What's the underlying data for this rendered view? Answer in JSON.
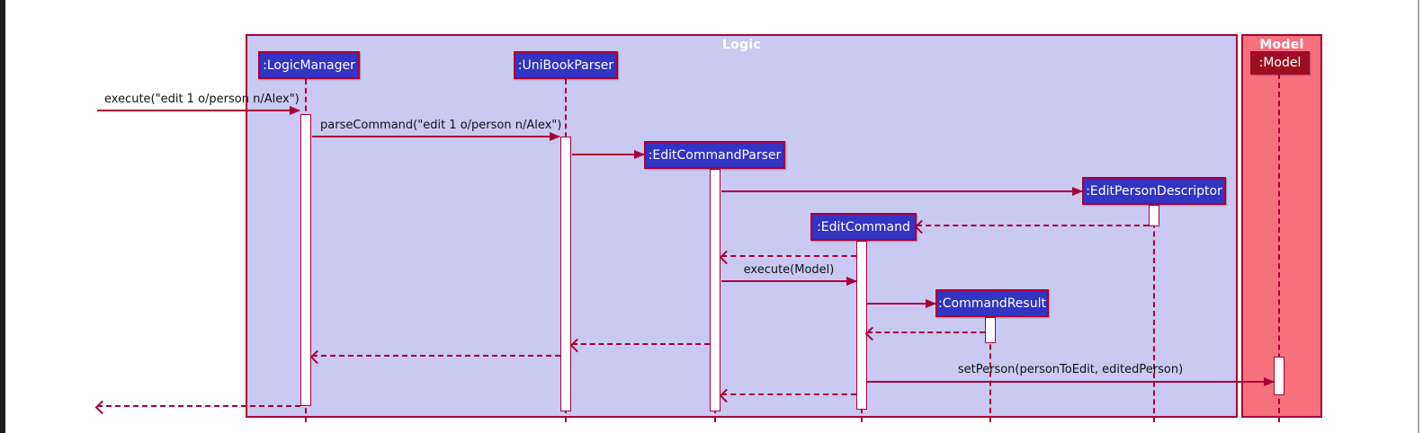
{
  "diagram": {
    "type": "uml-sequence-diagram",
    "frames": {
      "logic": {
        "title": "Logic"
      },
      "model": {
        "title": "Model"
      }
    },
    "participants": {
      "logic_manager": ":LogicManager",
      "unibook_parser": ":UniBookParser",
      "edit_command_parser": ":EditCommandParser",
      "edit_person_descriptor": ":EditPersonDescriptor",
      "edit_command": ":EditCommand",
      "command_result": ":CommandResult",
      "model": ":Model"
    },
    "messages": {
      "execute": "execute(\"edit 1 o/person n/Alex\")",
      "parse_command": "parseCommand(\"edit 1 o/person n/Alex\")",
      "execute_model": "execute(Model)",
      "set_person": "setPerson(personToEdit, editedPerson)"
    },
    "flow": [
      {
        "from": "caller",
        "to": "LogicManager",
        "kind": "solid",
        "label": "execute(\"edit 1 o/person n/Alex\")"
      },
      {
        "from": "LogicManager",
        "to": "UniBookParser",
        "kind": "solid",
        "label": "parseCommand(\"edit 1 o/person n/Alex\")"
      },
      {
        "from": "UniBookParser",
        "to": "EditCommandParser",
        "kind": "solid-create",
        "label": ""
      },
      {
        "from": "EditCommandParser",
        "to": "EditPersonDescriptor",
        "kind": "solid-create",
        "label": ""
      },
      {
        "from": "EditPersonDescriptor",
        "to": "EditCommand",
        "kind": "dashed-create",
        "label": ""
      },
      {
        "from": "EditCommand",
        "to": "EditCommandParser",
        "kind": "dashed-return",
        "label": ""
      },
      {
        "from": "EditCommandParser",
        "to": "EditCommand",
        "kind": "solid",
        "label": "execute(Model)"
      },
      {
        "from": "EditCommand",
        "to": "CommandResult",
        "kind": "solid-create",
        "label": ""
      },
      {
        "from": "CommandResult",
        "to": "EditCommand",
        "kind": "dashed-return",
        "label": ""
      },
      {
        "from": "EditCommandParser",
        "to": "UniBookParser",
        "kind": "dashed-return",
        "label": ""
      },
      {
        "from": "UniBookParser",
        "to": "LogicManager",
        "kind": "dashed-return",
        "label": ""
      },
      {
        "from": "EditCommand",
        "to": "Model",
        "kind": "solid",
        "label": "setPerson(personToEdit, editedPerson)"
      },
      {
        "from": "EditCommand",
        "to": "EditCommandParser",
        "kind": "dashed-return",
        "label": ""
      },
      {
        "from": "LogicManager",
        "to": "caller",
        "kind": "dashed-return",
        "label": ""
      }
    ],
    "colors": {
      "arrow": "#A80036",
      "frame_border": "#A80036",
      "logic_frame_fill": "#C9C9F2",
      "model_frame_fill": "#F7707E",
      "logic_participant_fill": "#3333C4",
      "model_participant_fill": "#9D1021",
      "participant_text": "#FFFFFF",
      "activation_fill": "#FFFFFF",
      "message_text": "#111111"
    }
  }
}
